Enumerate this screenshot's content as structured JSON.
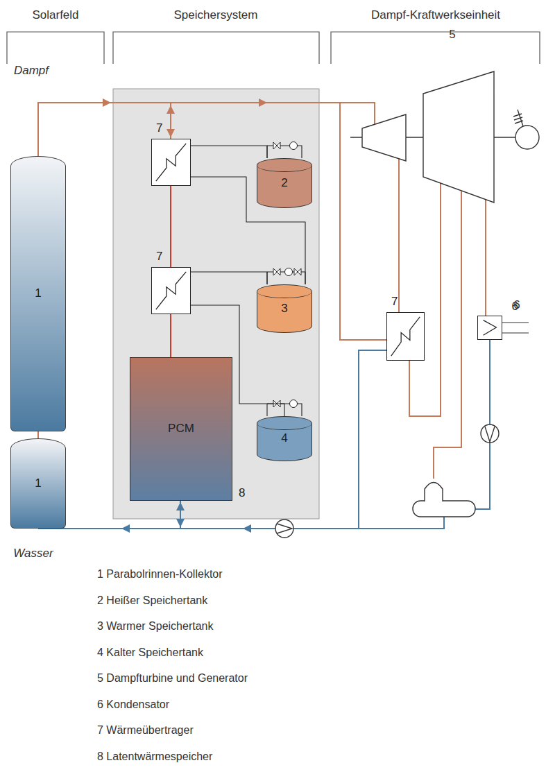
{
  "diagram": {
    "nodes": [
      {
        "text": [
          "1"
        ]
      },
      {
        "text": [
          "1"
        ]
      },
      {
        "text": [
          "7"
        ]
      },
      {
        "text": [
          "2"
        ]
      },
      {
        "text": [
          "7"
        ]
      },
      {
        "text": [
          "3"
        ]
      },
      {
        "text": [
          "PCM",
          "8"
        ]
      },
      {
        "text": [
          "4"
        ]
      },
      {
        "text": [
          "7"
        ]
      },
      {
        "text": [
          "6"
        ]
      }
    ],
    "edges": [
      {
        "from": 0,
        "to": 1,
        "arrow": "none"
      },
      {
        "from": 2,
        "to": 3,
        "arrow": "none"
      },
      {
        "from": 2,
        "to": 5,
        "arrow": "none"
      },
      {
        "from": 2,
        "to": 4,
        "arrow": "none"
      },
      {
        "from": 4,
        "to": 5,
        "arrow": "none"
      },
      {
        "from": 4,
        "to": 6,
        "arrow": "none"
      },
      {
        "from": 4,
        "to": 7,
        "arrow": "none"
      }
    ],
    "labels": [
      "Solarfeld",
      "Speichersystem",
      "Dampf-Kraftwerkseinheit",
      "Dampf",
      "5",
      "6",
      "Wasser",
      "1 Parabolrinnen-Kollektor",
      "2 Heißer Speichertank",
      "3 Warmer Speichertank",
      "4 Kalter Speichertank",
      "5 Dampfturbine und Generator",
      "6 Kondensator",
      "7 Wärmeübertrager",
      "8 Latentwärmespeicher"
    ]
  }
}
